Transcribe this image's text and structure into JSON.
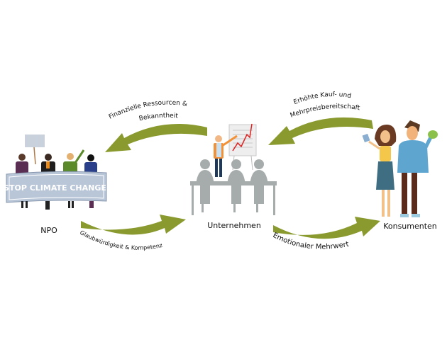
{
  "colors": {
    "arrow": "#8a9a2e",
    "figure_grey": "#a6acab",
    "banner": "#b9c6d8",
    "background": "#ffffff"
  },
  "nodes": {
    "npo": {
      "label": "NPO",
      "banner_text": "STOP CLIMATE CHANGE!"
    },
    "company": {
      "label": "Unternehmen"
    },
    "consumers": {
      "label": "Konsumenten"
    }
  },
  "arrows": {
    "company_to_npo": {
      "label_line1": "Finanzielle Ressourcen &",
      "label_line2": "Bekanntheit"
    },
    "consumers_to_company": {
      "label_line1": "Erhöhte Kauf- und",
      "label_line2": "Mehrpreisbereitschaft"
    },
    "npo_to_company": {
      "label": "Glaubwürdigkeit  & Kompetenz"
    },
    "company_to_consumers": {
      "label": "Emotionaler Mehrwert"
    }
  }
}
